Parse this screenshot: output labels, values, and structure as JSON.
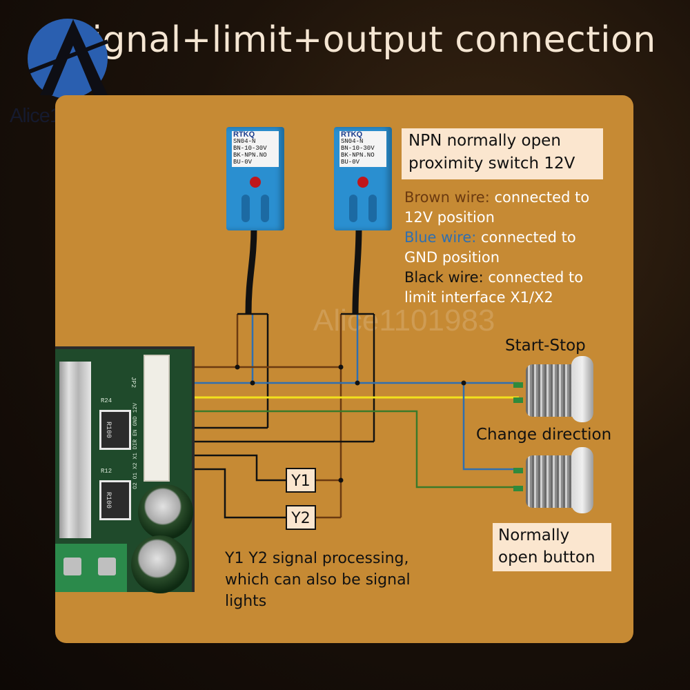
{
  "title": "Signal+limit+output connection",
  "brand": {
    "watermark": "Alice1101983"
  },
  "sensors": [
    {
      "brand": "RTKQ",
      "model": "SN04-N",
      "lines": [
        "BN-10-30V",
        "BK-NPN.NO",
        "BU-0V"
      ]
    },
    {
      "brand": "RTKQ",
      "model": "SN04-N",
      "lines": [
        "BN-10-30V",
        "BK-NPN.NO",
        "BU-0V"
      ]
    }
  ],
  "npn_box": {
    "line1": "NPN normally open",
    "line2": "proximity switch 12V"
  },
  "wires": {
    "brown_label": "Brown wire:",
    "brown_text": "connected to",
    "brown_text2": "12V position",
    "blue_label": "Blue wire:",
    "blue_text": "connected to",
    "blue_text2": "GND position",
    "black_label": "Black wire:",
    "black_text": "connected to",
    "black_text2": "limit interface X1/X2"
  },
  "buttons": {
    "start_stop": "Start-Stop",
    "change_direction": "Change direction"
  },
  "normally_open": {
    "line1": "Normally",
    "line2": "open button"
  },
  "outputs": {
    "y1": "Y1",
    "y2": "Y2"
  },
  "signal_note": {
    "line1": "Y1 Y2 signal processing,",
    "line2": "which can also be signal",
    "line3": "lights"
  },
  "board": {
    "r24": "R24",
    "r12": "R12",
    "r100": "R100",
    "jp2": "JP2",
    "pins": "O2 O1 X2 X1 DIR EN GND 12V"
  },
  "colors": {
    "panel": "#c68a34",
    "brown": "#6b3a10",
    "blue": "#2f6fb0",
    "yellow": "#f2e21c",
    "green": "#3b7a2a",
    "black": "#111111"
  }
}
